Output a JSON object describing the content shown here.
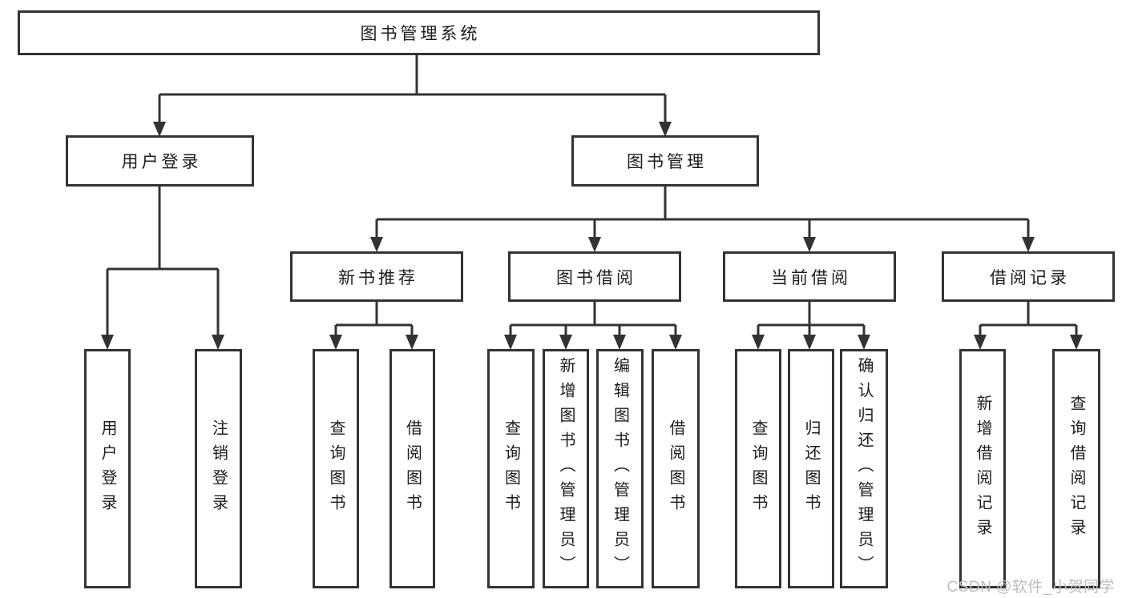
{
  "diagram": {
    "root": {
      "label": "图书管理系统",
      "children": [
        {
          "label": "用户登录",
          "children": [
            {
              "label": "用户登录"
            },
            {
              "label": "注销登录"
            }
          ]
        },
        {
          "label": "图书管理",
          "children": [
            {
              "label": "新书推荐",
              "children": [
                {
                  "label": "查询图书"
                },
                {
                  "label": "借阅图书"
                }
              ]
            },
            {
              "label": "图书借阅",
              "children": [
                {
                  "label": "查询图书"
                },
                {
                  "label": "新增图书（管理员）"
                },
                {
                  "label": "编辑图书（管理员）"
                },
                {
                  "label": "借阅图书"
                }
              ]
            },
            {
              "label": "当前借阅",
              "children": [
                {
                  "label": "查询图书"
                },
                {
                  "label": "归还图书"
                },
                {
                  "label": "确认归还（管理员）"
                }
              ]
            },
            {
              "label": "借阅记录",
              "children": [
                {
                  "label": "新增借阅记录"
                },
                {
                  "label": "查询借阅记录"
                }
              ]
            }
          ]
        }
      ]
    }
  },
  "watermark": {
    "text": "CSDN @软件_小贺同学"
  },
  "colors": {
    "line": "#333333",
    "box_border": "#333333",
    "text": "#1c1c1c",
    "watermark": "#bdbdbd",
    "background": "#ffffff"
  }
}
